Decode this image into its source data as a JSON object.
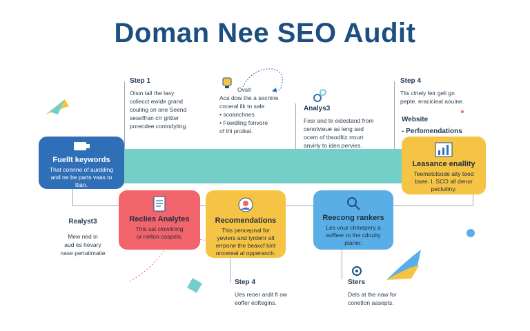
{
  "title": "Doman Nee SEO Audit",
  "step1": {
    "label": "Step 1",
    "text": [
      "Oisin tall the lasy",
      "coliecct ewide grand",
      "couling on one Seend",
      "seseffran crr gritter",
      "porecdee contodyting."
    ]
  },
  "top_center": {
    "label": "Ovsit",
    "text": [
      "Aca dow the a secnine",
      "cnceral ilk to sale",
      "• scoanchnes",
      "• Fowdling fonvore",
      "of thi proikal."
    ]
  },
  "analys": {
    "label": "Analys3",
    "text": [
      "Fesr and te eidestand from",
      "cenotvieue as leng sed",
      "ocem of tbsodltiz rrourt",
      "anvirly to idea pervies."
    ]
  },
  "step4_top": {
    "label": "Step 4",
    "text": [
      "Tlis clriely feir geli gn",
      "pepte. eracicieal aouine."
    ]
  },
  "website": {
    "line1": "Website",
    "line2": "- Perfomendations"
  },
  "card_keywords": {
    "title": "Fuellt keywords",
    "body": [
      "That connne of aurdding",
      "and ne be parts vaas to",
      "ltian."
    ]
  },
  "card_leasance": {
    "title": "Leasance enallity",
    "body": [
      "Teemetclsode alty teed",
      "bsee. I. SCO all denor",
      "pecluiliny."
    ]
  },
  "realyst": {
    "label": "Realyst3",
    "text": [
      "Mew ned in",
      "aud es hevary",
      "nase pertatimatie"
    ]
  },
  "card_analytics": {
    "title": "Reclies Analytes",
    "body": [
      "This sat clowiining",
      "or nelton cospels."
    ]
  },
  "card_recomendations": {
    "title": "Recomendations",
    "body": [
      "This pencepnal for",
      "yeviers and lyrdenr alt",
      "errpone the beaxcf kint",
      "oncereal al opperanch."
    ]
  },
  "card_rankers": {
    "title": "Reecong rankers",
    "body": [
      "Les vour chmepery a",
      "eoffeer to the cdoulty",
      "planer."
    ]
  },
  "step4_bottom": {
    "label": "Step 4",
    "text": [
      "Ues reoer ardit fi ow",
      "eoffer eoftegins."
    ]
  },
  "sters": {
    "label": "Sters",
    "text": [
      "Dels at the naw for",
      "conetlon aasepts."
    ]
  },
  "colors": {
    "blue": "#2f6fb8",
    "teal": "#74cfc8",
    "yellow": "#f6c445",
    "red": "#f2646b",
    "lightblue": "#5aaee6",
    "navy": "#1c4f80"
  },
  "icons": [
    "monitor-icon",
    "bulb-icon",
    "gear-icon",
    "document-icon",
    "chart-icon",
    "person-icon",
    "search-icon",
    "settings-icon"
  ]
}
